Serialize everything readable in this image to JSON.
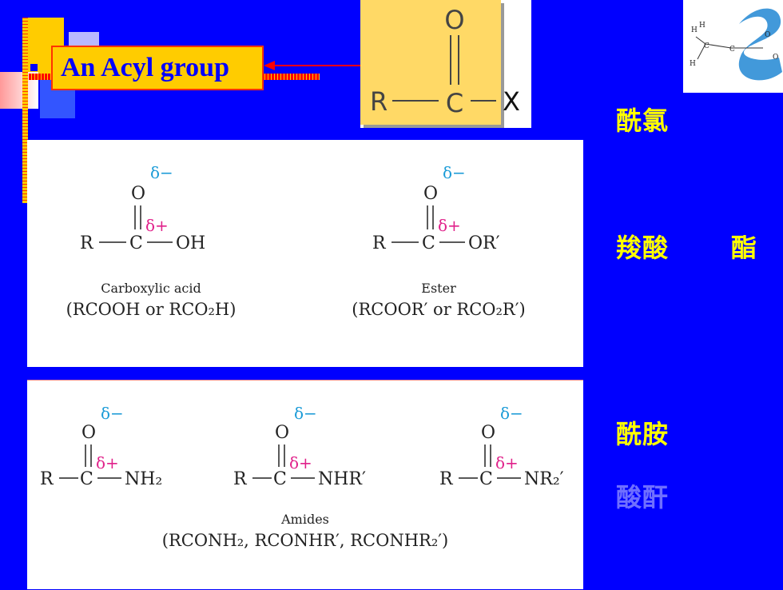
{
  "slide": {
    "acyl_label": "An Acyl group",
    "acyl_structure": {
      "o": "O",
      "r": "R",
      "c": "C",
      "x": "X"
    },
    "molecule_atoms": {
      "h1": "H",
      "h2": "H",
      "h3": "H",
      "c1": "C",
      "c2": "C",
      "o1": "O",
      "o2": "O"
    }
  },
  "chinese_labels": {
    "acyl_chloride": "酰氯",
    "carboxylic_acid": "羧酸",
    "ester": "酯",
    "amide": "酰胺",
    "anhydride": "酸酐"
  },
  "structures": {
    "delta_minus": "δ−",
    "delta_plus": "δ+",
    "o": "O",
    "r": "R",
    "c": "C",
    "carboxylic_acid": {
      "group": "OH",
      "name": "Carboxylic acid",
      "formula": "(RCOOH or RCO₂H)"
    },
    "ester": {
      "group": "OR′",
      "name": "Ester",
      "formula": "(RCOOR′ or RCO₂R′)"
    },
    "amide1": {
      "group": "NH₂"
    },
    "amide2": {
      "group": "NHR′"
    },
    "amide3": {
      "group": "NR₂′"
    },
    "amides": {
      "name": "Amides",
      "formula": "(RCONH₂, RCONHR′, RCONHR₂′)"
    }
  },
  "colors": {
    "background": "#0000ff",
    "accent_yellow": "#ffcc00",
    "label_yellow": "#ffff00",
    "delta_minus": "#1a9bd7",
    "delta_plus": "#e0218a"
  }
}
